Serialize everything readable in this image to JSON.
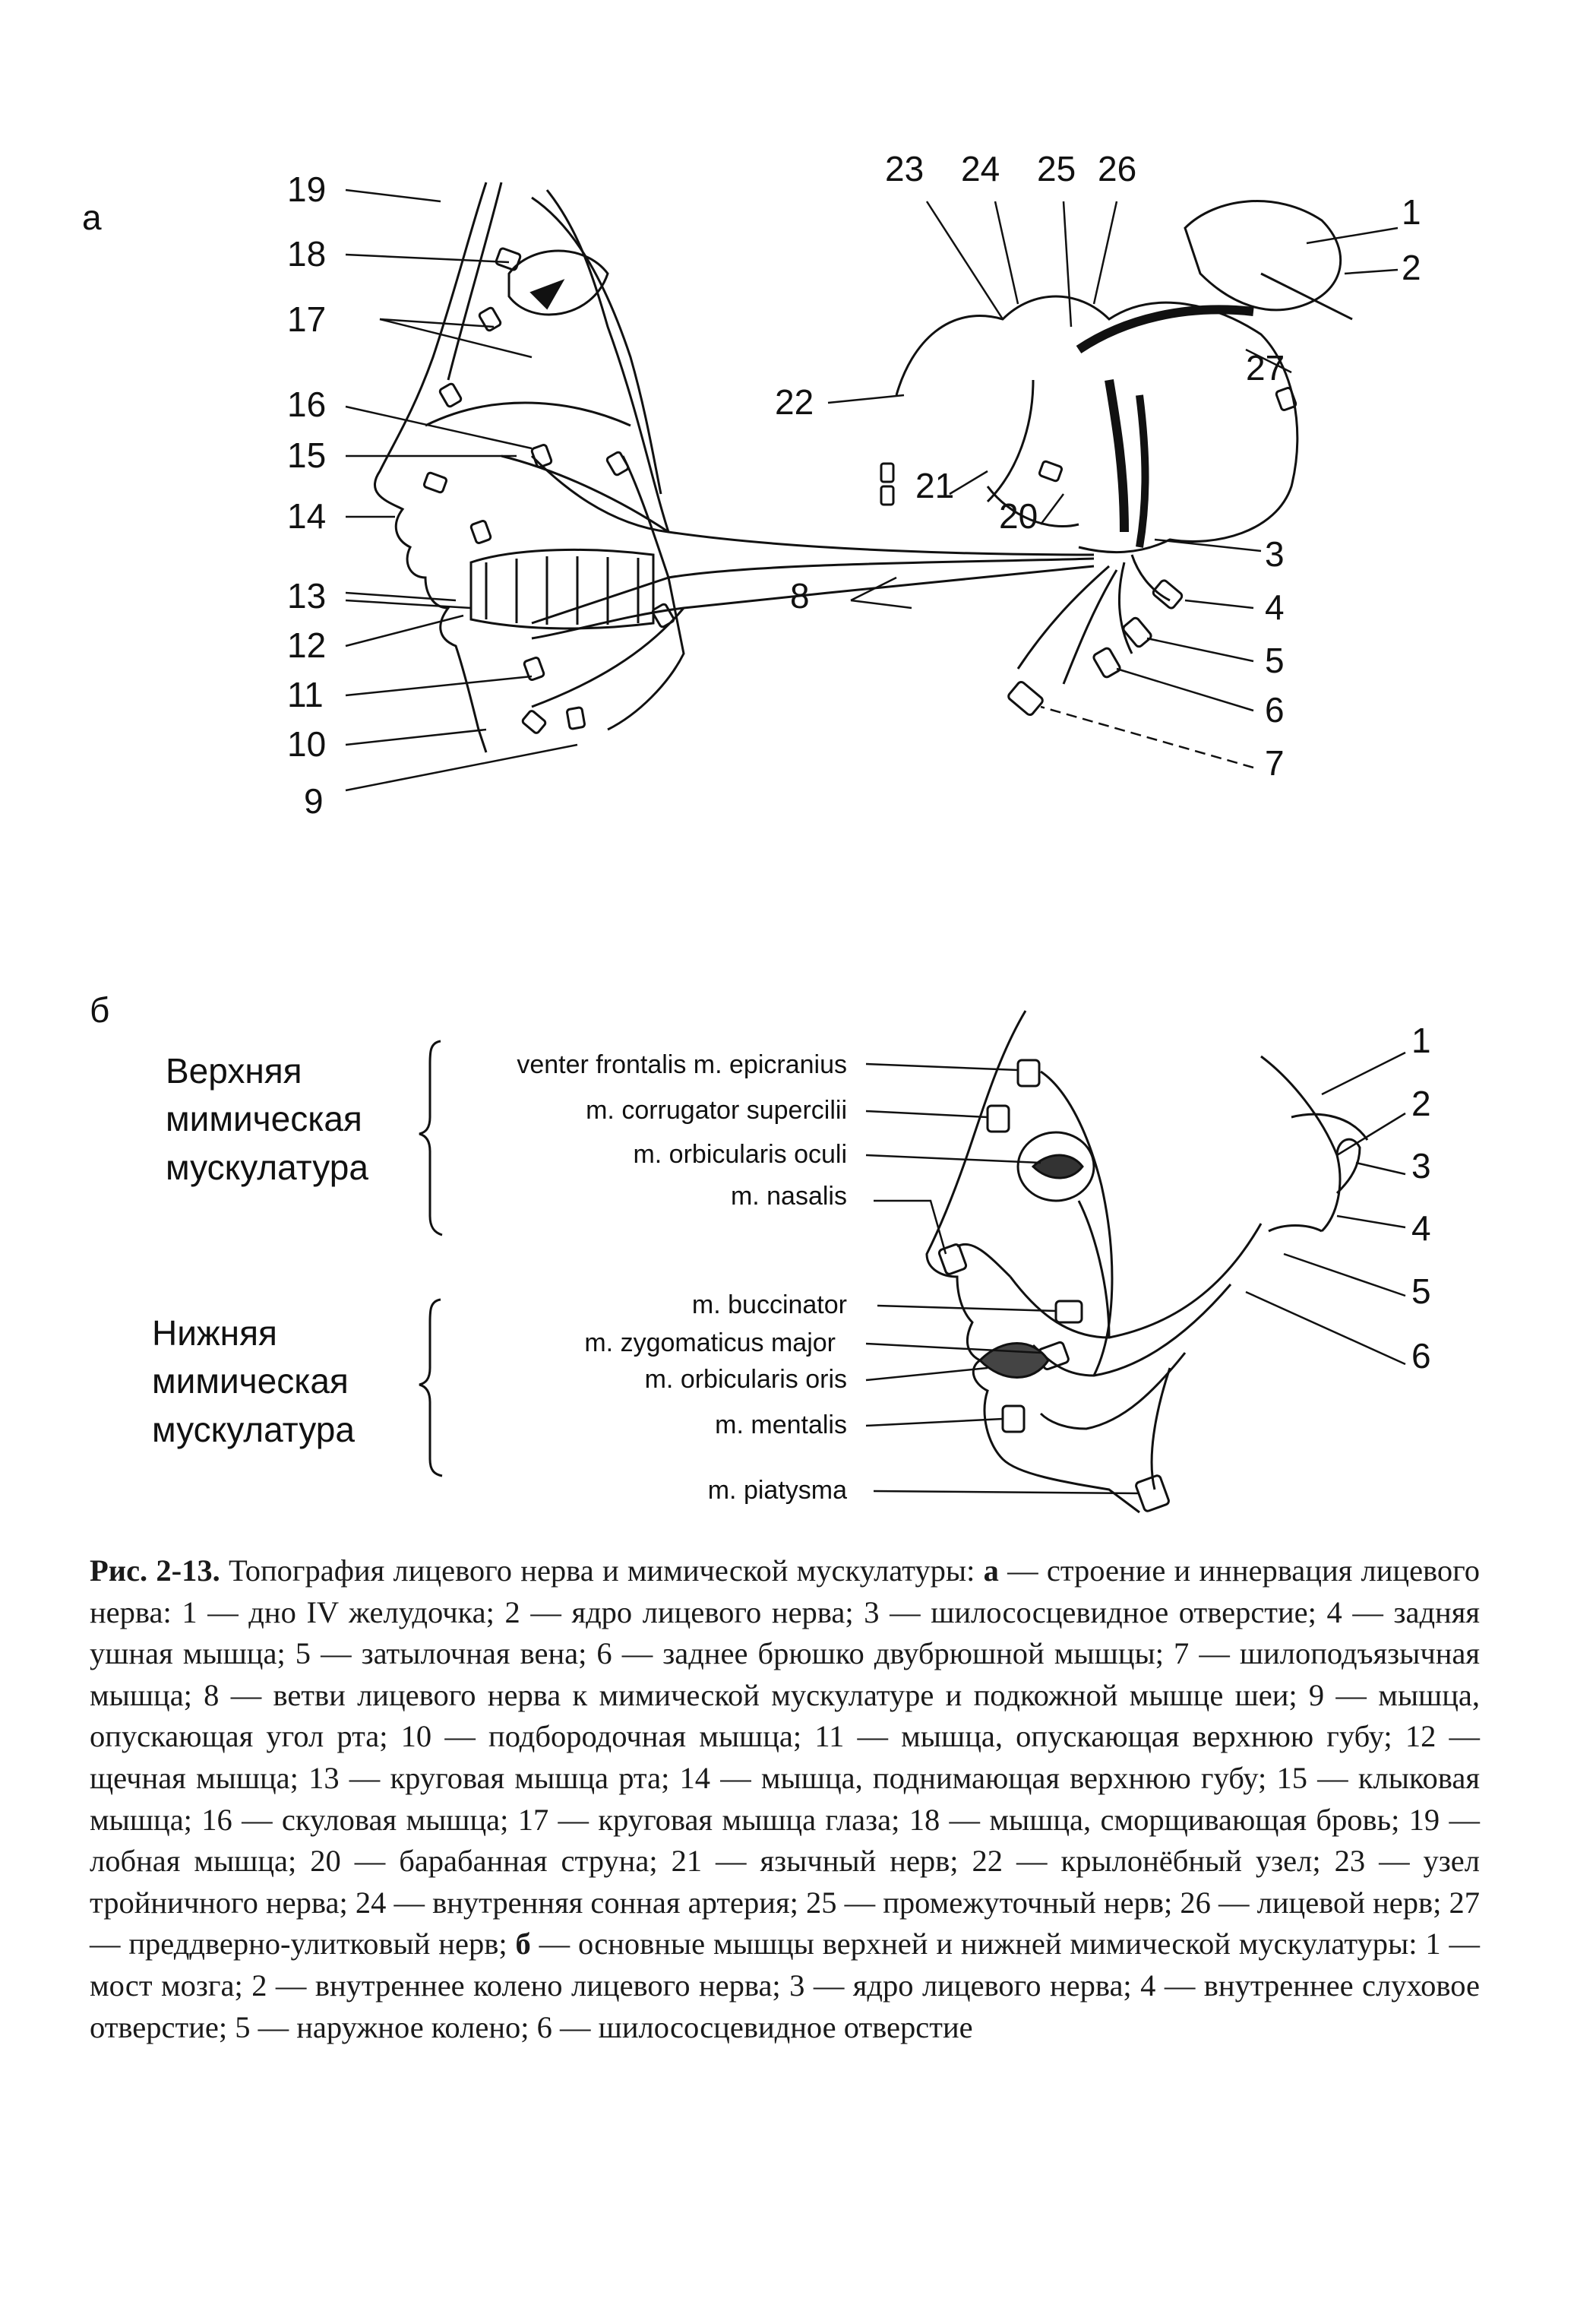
{
  "panel_a": {
    "label": "а",
    "left_numbers": [
      "19",
      "18",
      "17",
      "16",
      "15",
      "14",
      "13",
      "12",
      "11",
      "10",
      "9"
    ],
    "top_numbers": [
      "23",
      "24",
      "25",
      "26"
    ],
    "right_numbers": [
      "1",
      "2",
      "27",
      "3",
      "4",
      "5",
      "6",
      "7"
    ],
    "middle_numbers": [
      "22",
      "21",
      "20",
      "8"
    ]
  },
  "panel_b": {
    "label": "б",
    "upper_group": "Верхняя мимическая мускулатура",
    "upper_group_lines": [
      "Верхняя",
      "мимическая",
      "мускулатура"
    ],
    "lower_group": "Нижняя мимическая мускулатура",
    "lower_group_lines": [
      "Нижняя",
      "мимическая",
      "мускулатура"
    ],
    "upper_muscles": [
      "venter frontalis m. epicranius",
      "m. corrugator supercilii",
      "m. orbicularis oculi",
      "m. nasalis"
    ],
    "lower_muscles": [
      "m. buccinator",
      "m. zygomaticus major",
      "m. orbicularis oris",
      "m. mentalis",
      "m. piatysma"
    ],
    "right_numbers": [
      "1",
      "2",
      "3",
      "4",
      "5",
      "6"
    ]
  },
  "caption": {
    "figure": "Рис. 2-13.",
    "text_a": " Топография лицевого нерва и мимической мускулатуры: ",
    "a_marker": "а",
    "text_b": " — строение и иннервация лицевого нерва: 1 — дно IV желудочка; 2 — ядро лицевого нерва; 3 — шилососцевидное отверстие; 4 — задняя ушная мышца; 5 — затылочная вена; 6 — заднее брюшко двубрюшной мышцы; 7 — шилоподъязычная мышца; 8 — ветви лицевого нерва к мимической мускулатуре и подкожной мышце шеи; 9 — мышца, опускающая угол рта; 10 — подбородочная мышца; 11 — мышца, опускающая верхнюю губу; 12 — щечная мышца; 13 — круговая мышца рта; 14 — мышца, поднимающая верхнюю губу; 15 — клыковая мышца; 16 — скуловая мышца; 17 — круговая мышца глаза; 18 — мышца, сморщивающая бровь; 19 — лобная мышца; 20 — барабанная струна; 21 — язычный нерв; 22 — крылонёбный узел; 23 — узел тройничного нерва; 24 — внутренняя сонная артерия; 25 — промежуточный нерв; 26 — лицевой нерв; 27 — преддверно-улитковый нерв; ",
    "b_marker": "б",
    "text_c": " — основные мышцы верхней и нижней мимической мускулатуры: 1 — мост мозга; 2 — внутреннее колено лицевого нерва; 3 — ядро лицевого нерва; 4 — внутреннее слуховое отверстие; 5 — наружное колено; 6 — шилососцевидное отверстие"
  }
}
